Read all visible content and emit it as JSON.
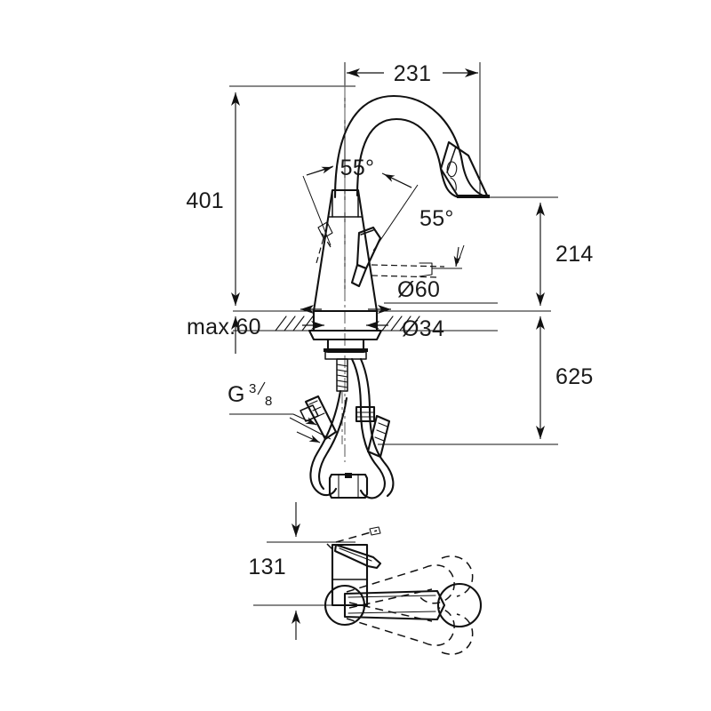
{
  "document": {
    "type": "technical-dimension-drawing",
    "subject": "kitchen-mixer-faucet-with-pull-out-spray",
    "units": "mm",
    "background_color": "#ffffff",
    "line_color": "#111111"
  },
  "views": {
    "elevation": {
      "name": "side-elevation-view"
    },
    "plan": {
      "name": "top-plan-view"
    }
  },
  "dimensions": {
    "overall_height": "401",
    "spout_reach": "231",
    "spout_outlet_height": "214",
    "hose_drop_length": "625",
    "max_deck_thickness": "max.60",
    "base_diameter": "Ø60",
    "shank_diameter": "Ø34",
    "plan_body_depth": "131"
  },
  "angles": {
    "lever_back": "55°",
    "lever_side": "55°"
  },
  "connection": {
    "thread_label_main": "G",
    "thread_numerator": "3",
    "thread_denominator": "8"
  },
  "labels": [
    {
      "id": "dim-231",
      "text": "231"
    },
    {
      "id": "dim-401",
      "text": "401"
    },
    {
      "id": "dim-214",
      "text": "214"
    },
    {
      "id": "dim-625",
      "text": "625"
    },
    {
      "id": "dim-131",
      "text": "131"
    },
    {
      "id": "dim-max60",
      "text": "max.60"
    },
    {
      "id": "dim-d60",
      "text": "Ø60"
    },
    {
      "id": "dim-d34",
      "text": "Ø34"
    },
    {
      "id": "angle-upper",
      "text": "55°"
    },
    {
      "id": "angle-lower",
      "text": "55°"
    }
  ]
}
